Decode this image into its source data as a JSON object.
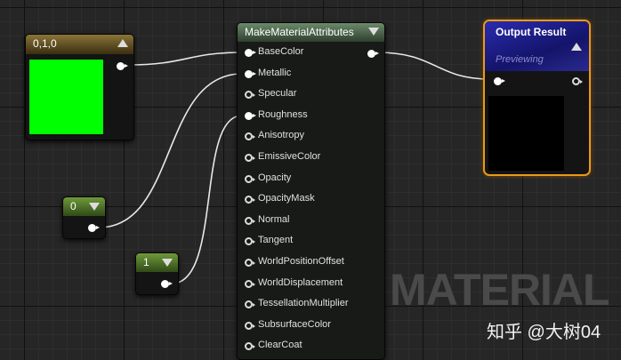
{
  "watermark": "MATERIAL",
  "credit": "知乎 @大树04",
  "color_node": {
    "title": "0,1,0",
    "swatch_color": "#00ff00"
  },
  "const0": {
    "title": "0"
  },
  "const1": {
    "title": "1"
  },
  "make_node": {
    "title": "MakeMaterialAttributes",
    "inputs": [
      {
        "label": "BaseColor",
        "connected": true
      },
      {
        "label": "Metallic",
        "connected": true
      },
      {
        "label": "Specular",
        "connected": false
      },
      {
        "label": "Roughness",
        "connected": true
      },
      {
        "label": "Anisotropy",
        "connected": false
      },
      {
        "label": "EmissiveColor",
        "connected": false
      },
      {
        "label": "Opacity",
        "connected": false
      },
      {
        "label": "OpacityMask",
        "connected": false
      },
      {
        "label": "Normal",
        "connected": false
      },
      {
        "label": "Tangent",
        "connected": false
      },
      {
        "label": "WorldPositionOffset",
        "connected": false
      },
      {
        "label": "WorldDisplacement",
        "connected": false
      },
      {
        "label": "TessellationMultiplier",
        "connected": false
      },
      {
        "label": "SubsurfaceColor",
        "connected": false
      },
      {
        "label": "ClearCoat",
        "connected": false
      }
    ]
  },
  "output_node": {
    "title": "Output Result",
    "subtitle": "Previewing",
    "selected_color": "#e89a1c"
  }
}
